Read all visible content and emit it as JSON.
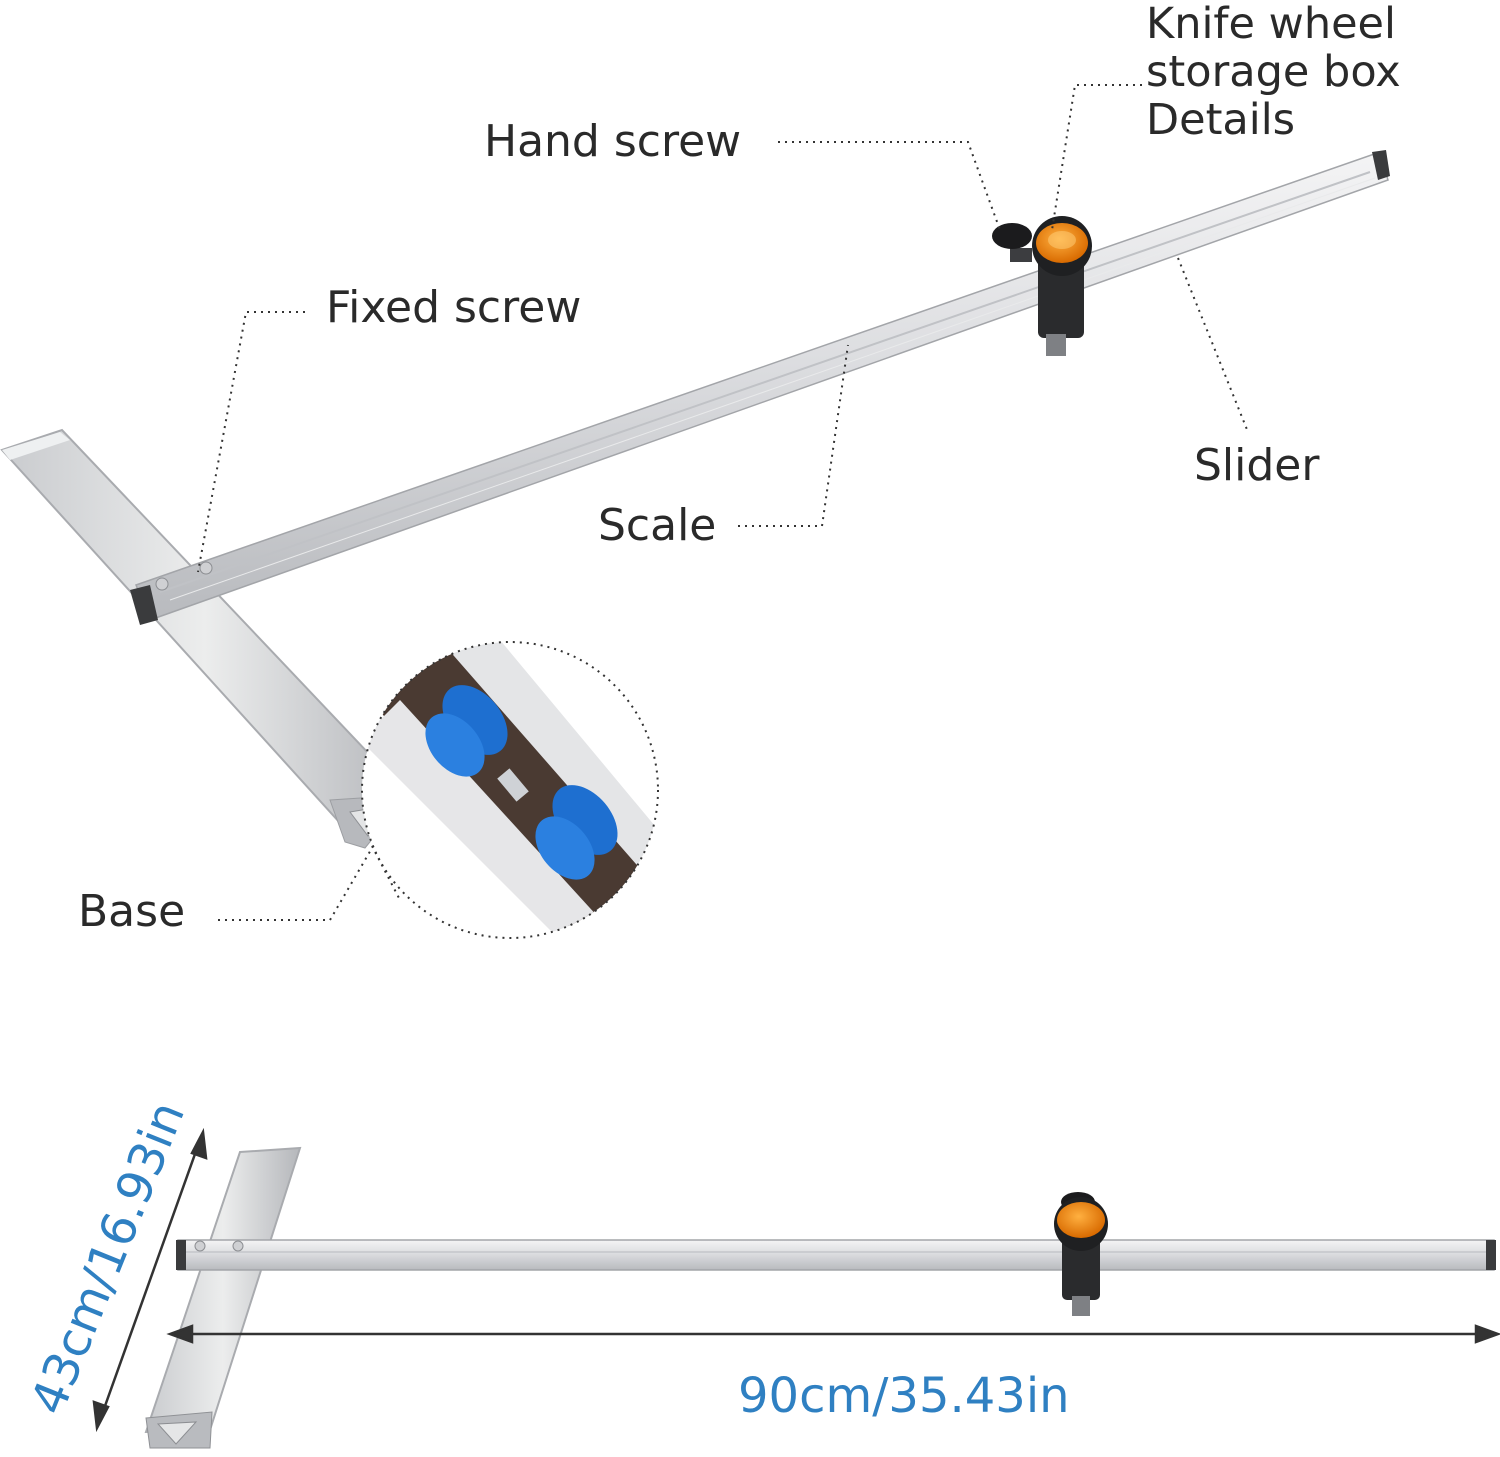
{
  "labels": {
    "knife_wheel_line1": "Knife wheel",
    "knife_wheel_line2": "storage box",
    "knife_wheel_line3": "Details",
    "hand_screw": "Hand screw",
    "fixed_screw": "Fixed screw",
    "scale": "Scale",
    "slider": "Slider",
    "base": "Base"
  },
  "dimensions": {
    "width": "90cm/35.43in",
    "height": "43cm/16.93in"
  },
  "colors": {
    "dimension_text": "#2f80c2",
    "label_text": "#2a2a2a",
    "aluminum": "#d9dadc",
    "knob_orange": "#f08a14",
    "wheel_blue": "#1e6fd0"
  }
}
